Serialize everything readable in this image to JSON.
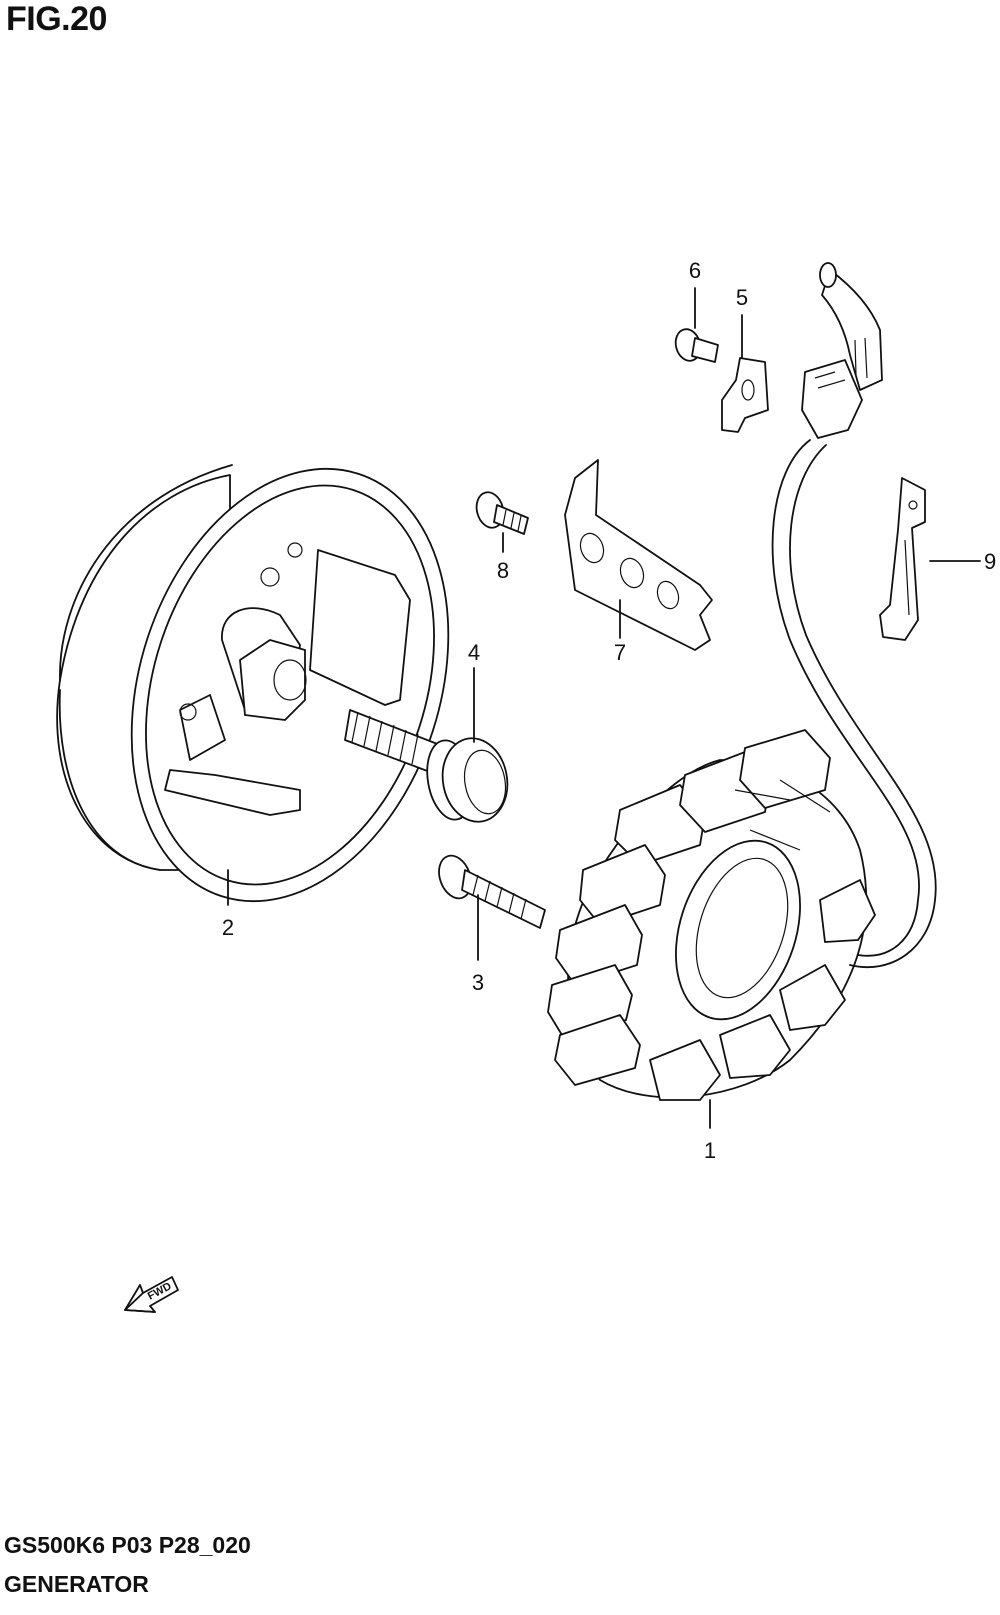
{
  "figure": {
    "title": "FIG.20",
    "model_code": "GS500K6 P03 P28_020",
    "name": "GENERATOR"
  },
  "callouts": {
    "p1": "1",
    "p2": "2",
    "p3": "3",
    "p4": "4",
    "p5": "5",
    "p6": "6",
    "p7": "7",
    "p8": "8",
    "p9": "9"
  },
  "direction": {
    "label": "FWD",
    "icon": "fwd-arrow-icon"
  }
}
